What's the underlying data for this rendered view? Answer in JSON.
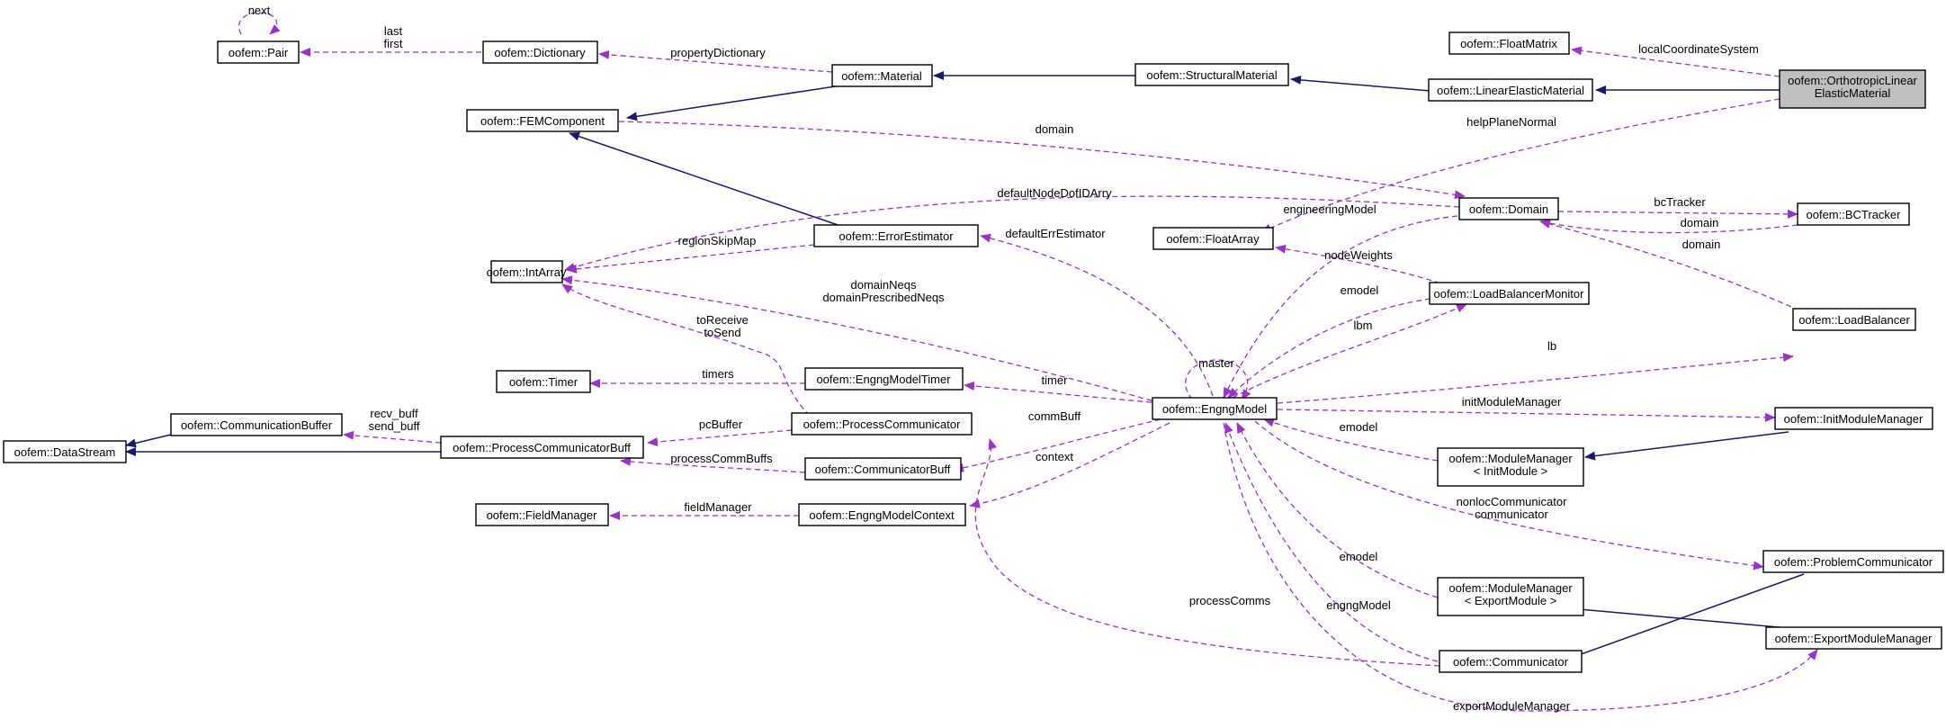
{
  "colors": {
    "inheritance": "#191970",
    "usage": "#9a32cd",
    "focus_fill": "#bfbfbf"
  },
  "nodes": {
    "pair": {
      "label": [
        "oofem::Pair"
      ]
    },
    "dictionary": {
      "label": [
        "oofem::Dictionary"
      ]
    },
    "material": {
      "label": [
        "oofem::Material"
      ]
    },
    "structuralmaterial": {
      "label": [
        "oofem::StructuralMaterial"
      ]
    },
    "linearelasticmaterial": {
      "label": [
        "oofem::LinearElasticMaterial"
      ]
    },
    "orthotropic": {
      "label": [
        "oofem::OrthotropicLinear",
        "ElasticMaterial"
      ]
    },
    "floatmatrix": {
      "label": [
        "oofem::FloatMatrix"
      ]
    },
    "femcomponent": {
      "label": [
        "oofem::FEMComponent"
      ]
    },
    "intarray": {
      "label": [
        "oofem::IntArray"
      ]
    },
    "errorestimator": {
      "label": [
        "oofem::ErrorEstimator"
      ]
    },
    "floatarray": {
      "label": [
        "oofem::FloatArray"
      ]
    },
    "domain": {
      "label": [
        "oofem::Domain"
      ]
    },
    "bctracker": {
      "label": [
        "oofem::BCTracker"
      ]
    },
    "loadbalancermonitor": {
      "label": [
        "oofem::LoadBalancerMonitor"
      ]
    },
    "loadbalancer": {
      "label": [
        "oofem::LoadBalancer"
      ]
    },
    "timer": {
      "label": [
        "oofem::Timer"
      ]
    },
    "engngmodeltimer": {
      "label": [
        "oofem::EngngModelTimer"
      ]
    },
    "engngmodel": {
      "label": [
        "oofem::EngngModel"
      ]
    },
    "communicationbuffer": {
      "label": [
        "oofem::CommunicationBuffer"
      ]
    },
    "datastream": {
      "label": [
        "oofem::DataStream"
      ]
    },
    "processcommunicatorbuff": {
      "label": [
        "oofem::ProcessCommunicatorBuff"
      ]
    },
    "processcommunicator": {
      "label": [
        "oofem::ProcessCommunicator"
      ]
    },
    "communicatorbuff": {
      "label": [
        "oofem::CommunicatorBuff"
      ]
    },
    "fieldmanager": {
      "label": [
        "oofem::FieldManager"
      ]
    },
    "engngmodelcontext": {
      "label": [
        "oofem::EngngModelContext"
      ]
    },
    "initmodulemanager": {
      "label": [
        "oofem::InitModuleManager"
      ]
    },
    "modulemanagerinit": {
      "label": [
        "oofem::ModuleManager",
        "< InitModule >"
      ]
    },
    "problemcommunicator": {
      "label": [
        "oofem::ProblemCommunicator"
      ]
    },
    "modulemanagerexport": {
      "label": [
        "oofem::ModuleManager",
        "< ExportModule >"
      ]
    },
    "exportmodulemanager": {
      "label": [
        "oofem::ExportModuleManager"
      ]
    },
    "communicator": {
      "label": [
        "oofem::Communicator"
      ]
    }
  },
  "edge_labels": {
    "next": [
      "next"
    ],
    "dict_pair": [
      "last",
      "first"
    ],
    "property_dictionary": [
      "propertyDictionary"
    ],
    "local_cs": [
      "localCoordinateSystem"
    ],
    "help_plane_normal": [
      "helpPlaneNormal"
    ],
    "fem_domain": [
      "domain"
    ],
    "default_node_dof": [
      "defaultNodeDofIDArry"
    ],
    "region_skip_map": [
      "regionSkipMap"
    ],
    "default_err_estimator": [
      "defaultErrEstimator"
    ],
    "engineering_model": [
      "engineeringModel"
    ],
    "bc_tracker": [
      "bcTracker"
    ],
    "bctracker_domain": [
      "domain"
    ],
    "lb_domain": [
      "domain"
    ],
    "node_weights": [
      "nodeWeights"
    ],
    "lbm_emodel": [
      "emodel"
    ],
    "lbm": [
      "lbm"
    ],
    "lb": [
      "lb"
    ],
    "domain_neqs": [
      "domainNeqs",
      "domainPrescribedNeqs"
    ],
    "to_receive": [
      "toReceive",
      "toSend"
    ],
    "master": [
      "master"
    ],
    "timers": [
      "timers"
    ],
    "timer": [
      "timer"
    ],
    "recv_buff": [
      "recv_buff",
      "send_buff"
    ],
    "pc_buffer": [
      "pcBuffer"
    ],
    "comm_buff": [
      "commBuff"
    ],
    "process_comm_buffs": [
      "processCommBuffs"
    ],
    "context": [
      "context"
    ],
    "field_manager": [
      "fieldManager"
    ],
    "init_module_manager": [
      "initModuleManager"
    ],
    "mm_init_emodel": [
      "emodel"
    ],
    "nonloc_comm": [
      "nonlocCommunicator",
      "communicator"
    ],
    "mm_export_emodel": [
      "emodel"
    ],
    "process_comms": [
      "processComms"
    ],
    "engng_model": [
      "engngModel"
    ],
    "export_module_manager": [
      "exportModuleManager"
    ]
  }
}
